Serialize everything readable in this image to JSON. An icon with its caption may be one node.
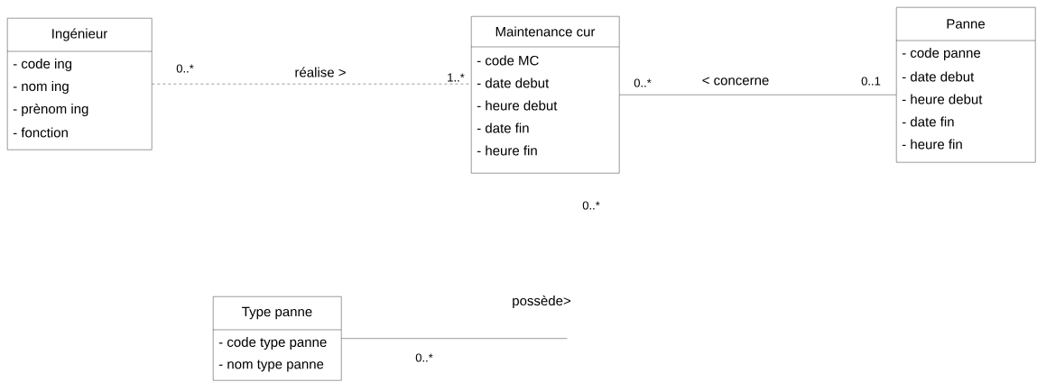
{
  "diagram": {
    "nodes": [
      {
        "text": [
          "Ingénieur",
          "- code ing",
          "- nom ing",
          "- prènom ing",
          "- fonction"
        ]
      },
      {
        "text": [
          "Maintenance cur",
          "- code MC",
          "- date debut",
          "- heure debut",
          "- date fin",
          "- heure fin"
        ]
      },
      {
        "text": [
          "Panne",
          "- code panne",
          "- date debut",
          "- heure debut",
          "- date fin",
          "- heure fin"
        ]
      },
      {
        "text": [
          "Type panne",
          "- code type panne",
          "- nom type panne"
        ]
      }
    ],
    "edges": [
      {
        "from": 0,
        "to": 1,
        "arrow": "none",
        "label": "réalise >",
        "style": "dashed"
      },
      {
        "from": 1,
        "to": 2,
        "arrow": "none",
        "label": "< concerne"
      },
      {
        "from": 3,
        "to": null,
        "arrow": "none",
        "label": "possède>"
      }
    ],
    "labels": [
      "0..*",
      "1..*",
      "0..*",
      "0..1",
      "0..*",
      "0..*"
    ]
  }
}
